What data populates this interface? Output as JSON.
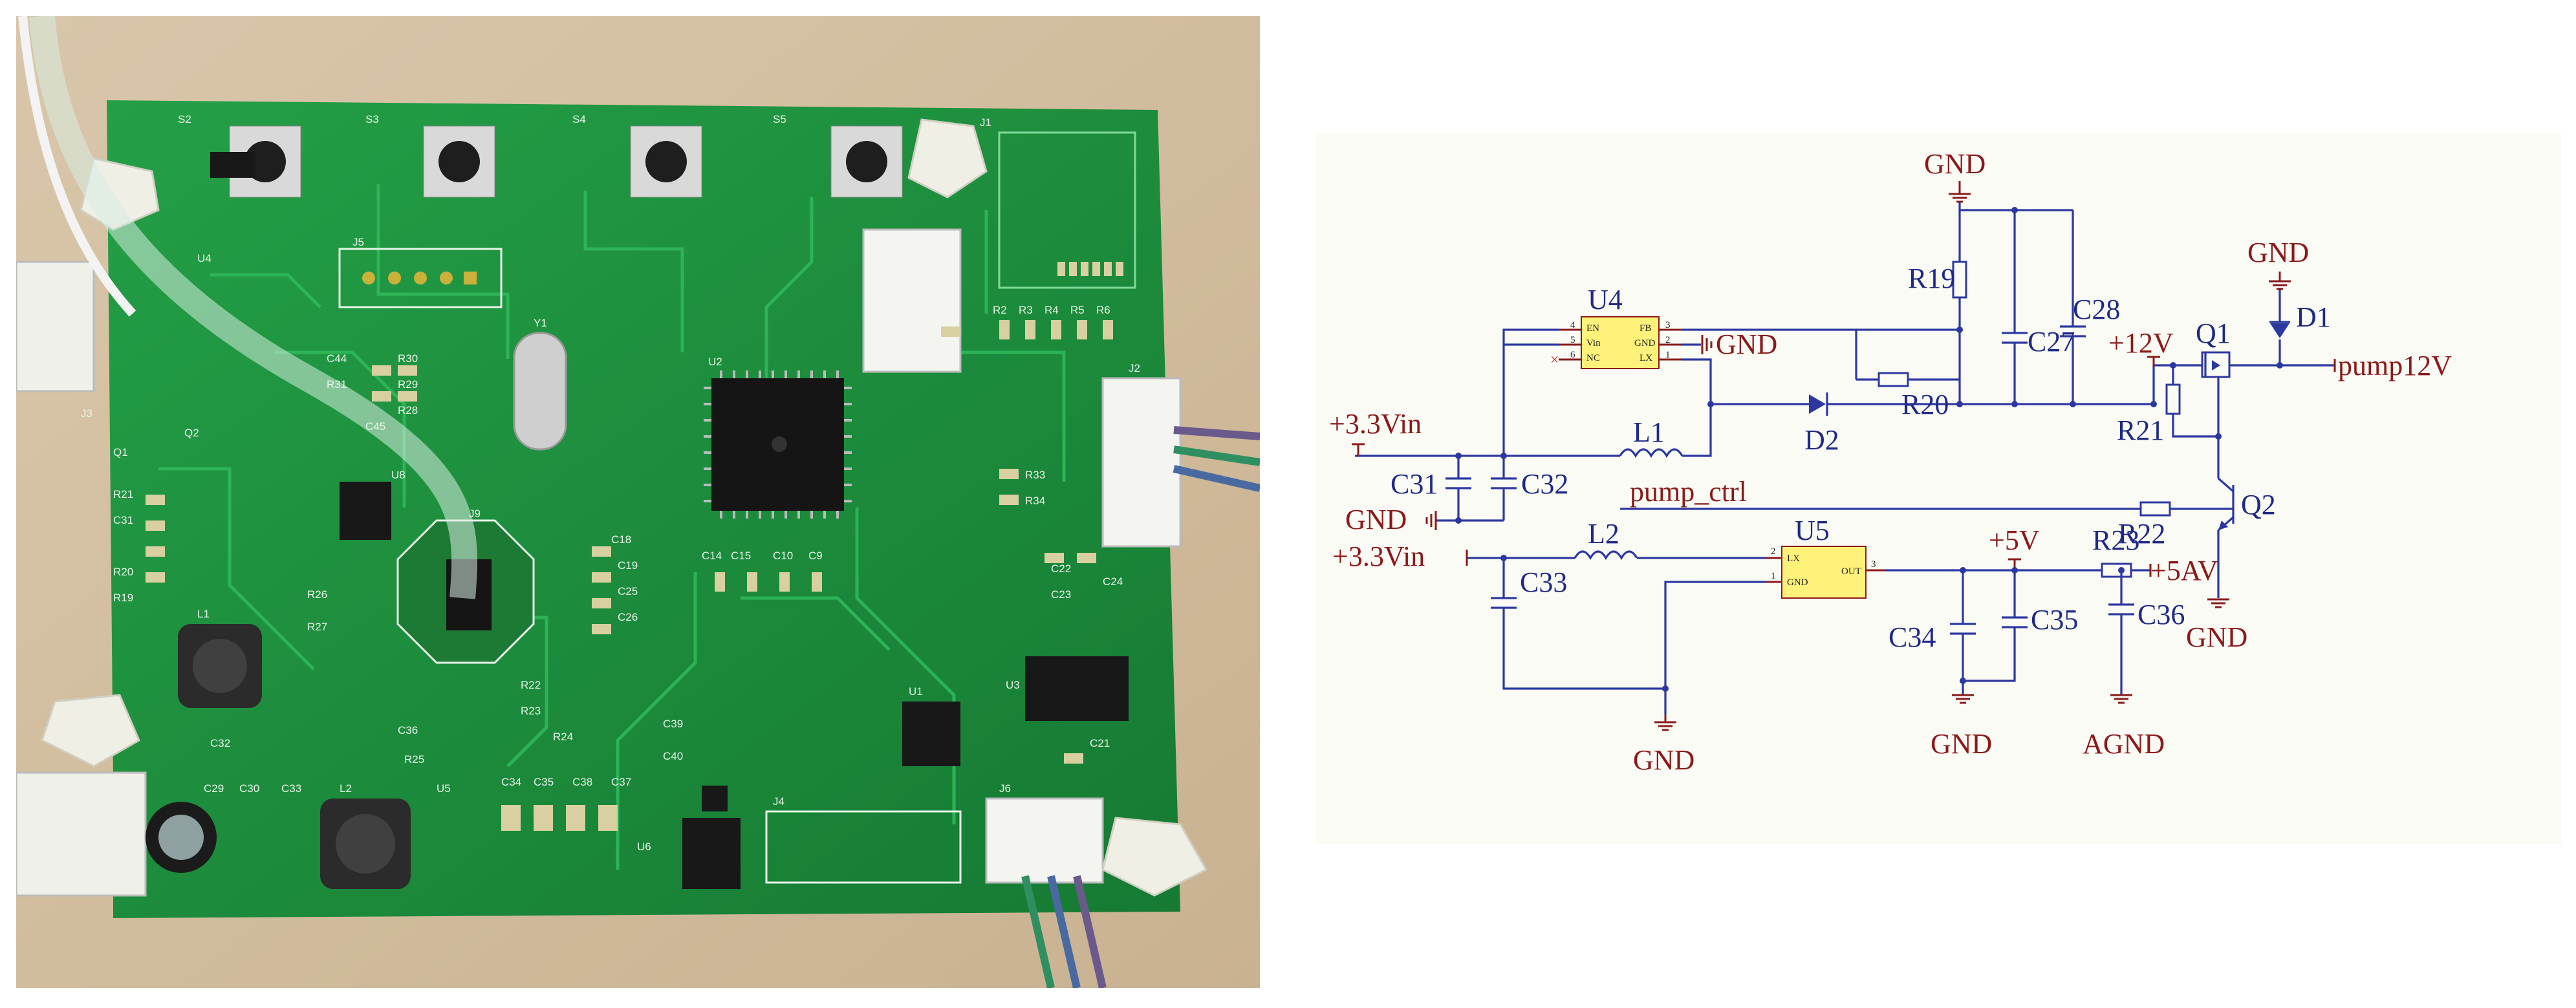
{
  "pcb": {
    "labels": {
      "switches": [
        "S2",
        "S3",
        "S4",
        "S5"
      ],
      "row_top": [
        "R2",
        "R3",
        "R4",
        "R5",
        "R6"
      ],
      "left": [
        "R21",
        "C31",
        "R20",
        "R19",
        "C32"
      ],
      "bottom": [
        "C29",
        "C30",
        "C33",
        "C34",
        "C35",
        "C36",
        "C37",
        "C38",
        "C39",
        "C40"
      ],
      "connectors": [
        "J1",
        "J2",
        "J3",
        "J4",
        "J5",
        "J6",
        "J9"
      ],
      "chips": [
        "U1",
        "U2",
        "U3",
        "U4",
        "U5",
        "U6",
        "U8",
        "Y1",
        "L1",
        "L2",
        "Q1",
        "Q2"
      ],
      "mid": [
        "C18",
        "C19",
        "C25",
        "C26",
        "C14",
        "C15",
        "C10",
        "C9",
        "R33",
        "R34",
        "C22",
        "C23",
        "C24",
        "C21",
        "C44",
        "C45",
        "R30",
        "R31",
        "R28",
        "R29",
        "R27",
        "R25",
        "R26",
        "R22",
        "R23",
        "R24"
      ]
    }
  },
  "schematic": {
    "refs": [
      "U4",
      "L1",
      "D2",
      "C31",
      "C32",
      "R19",
      "R20",
      "C27",
      "C28",
      "Q1",
      "D1",
      "R21",
      "R22",
      "Q2",
      "L2",
      "U5",
      "C33",
      "C34",
      "C35",
      "R23",
      "C36"
    ],
    "nets": {
      "gnd": "GND",
      "agnd": "AGND",
      "v33in": "+3.3Vin",
      "v12": "+12V",
      "v5": "+5V",
      "v5a": "+5AV",
      "pump12v": "pump12V",
      "pump_ctrl": "pump_ctrl"
    },
    "u4_pins": {
      "left": [
        "EN",
        "Vin",
        "NC"
      ],
      "left_nums": [
        "4",
        "5",
        "6"
      ],
      "right": [
        "FB",
        "GND",
        "LX"
      ],
      "right_nums": [
        "3",
        "2",
        "1"
      ]
    },
    "u5_pins": {
      "left": [
        "LX",
        "GND"
      ],
      "left_nums": [
        "2",
        "1"
      ],
      "right": [
        "OUT"
      ],
      "right_nums": [
        "3"
      ]
    }
  },
  "colors": {
    "pcb_green": "#1e8a3c",
    "wire_blue": "#2c38a0",
    "net_red": "#8a1a1a",
    "ic_yellow": "#fff27a"
  }
}
